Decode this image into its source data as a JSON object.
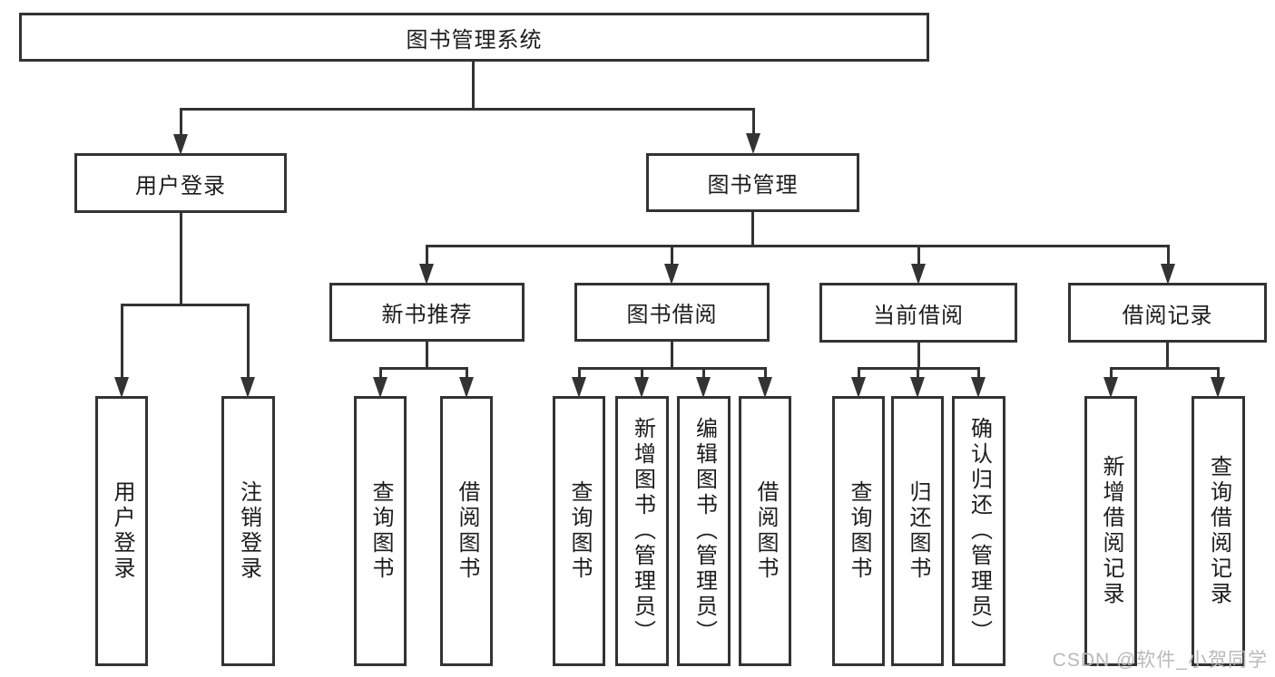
{
  "colors": {
    "background": "#ffffff",
    "line": "#333333",
    "box_border": "#333333",
    "text": "#1c1c1c",
    "watermark": "#b9b9b9"
  },
  "watermark": {
    "text": "CSDN @软件_小贺同学"
  },
  "diagram": {
    "root": {
      "label": "图书管理系统"
    },
    "branches": [
      {
        "label": "用户登录",
        "children": [
          {
            "label": "用户登录"
          },
          {
            "label": "注销登录"
          }
        ]
      },
      {
        "label": "图书管理",
        "children": [
          {
            "label": "新书推荐",
            "children": [
              {
                "label": "查询图书"
              },
              {
                "label": "借阅图书"
              }
            ]
          },
          {
            "label": "图书借阅",
            "children": [
              {
                "label": "查询图书"
              },
              {
                "label": "新增图书（管理员）"
              },
              {
                "label": "编辑图书（管理员）"
              },
              {
                "label": "借阅图书"
              }
            ]
          },
          {
            "label": "当前借阅",
            "children": [
              {
                "label": "查询图书"
              },
              {
                "label": "归还图书"
              },
              {
                "label": "确认归还（管理员）"
              }
            ]
          },
          {
            "label": "借阅记录",
            "children": [
              {
                "label": "新增借阅记录"
              },
              {
                "label": "查询借阅记录"
              }
            ]
          }
        ]
      }
    ]
  }
}
